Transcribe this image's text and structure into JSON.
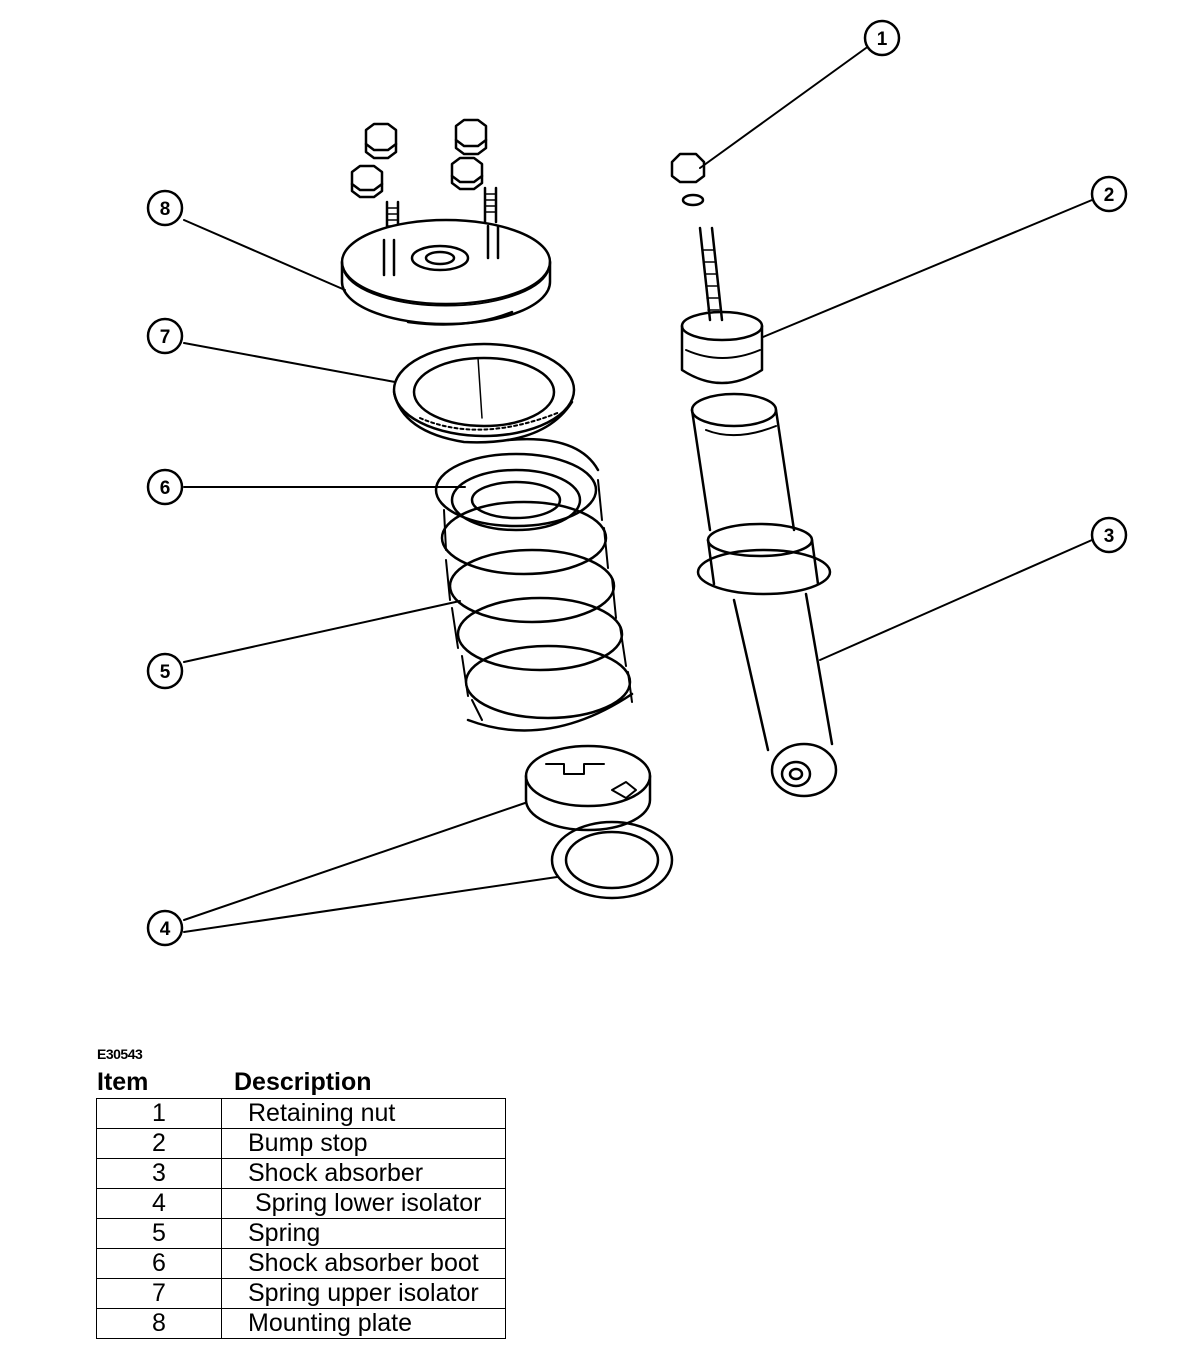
{
  "diagram": {
    "callouts": [
      "1",
      "2",
      "3",
      "4",
      "5",
      "6",
      "7",
      "8"
    ]
  },
  "legend": {
    "figure_code": "E30543",
    "headers": {
      "item": "Item",
      "description": "Description"
    },
    "rows": [
      {
        "item": "1",
        "description": "Retaining nut"
      },
      {
        "item": "2",
        "description": "Bump stop"
      },
      {
        "item": "3",
        "description": "Shock absorber"
      },
      {
        "item": "4",
        "description": " Spring lower isolator"
      },
      {
        "item": "5",
        "description": "Spring"
      },
      {
        "item": "6",
        "description": "Shock absorber boot"
      },
      {
        "item": "7",
        "description": "Spring upper isolator"
      },
      {
        "item": "8",
        "description": "Mounting plate"
      }
    ]
  }
}
